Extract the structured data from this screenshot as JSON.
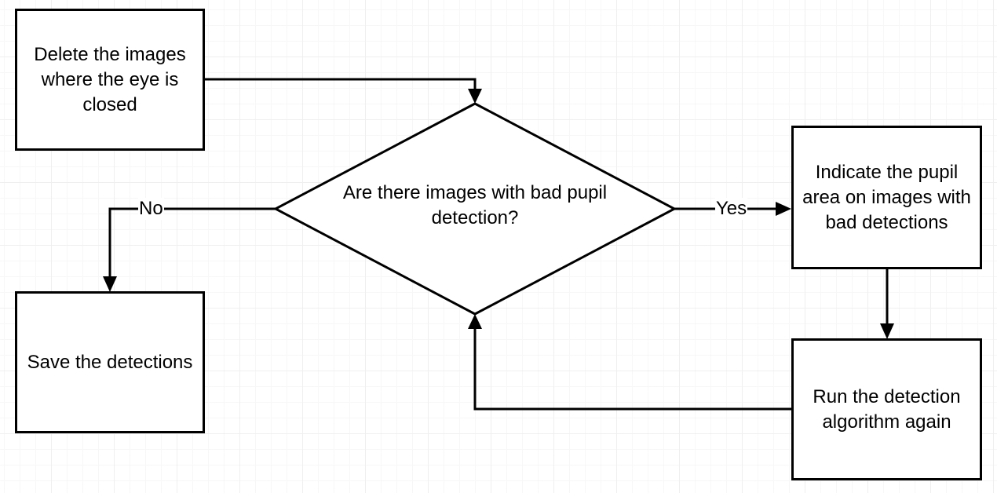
{
  "nodes": {
    "delete_closed": "Delete the images where the eye is closed",
    "decision": "Are there images with bad pupil detection?",
    "indicate_pupil": "Indicate the pupil area on images with bad detections",
    "run_again": "Run the detection algorithm again",
    "save": "Save the detections"
  },
  "edges": {
    "no_label": "No",
    "yes_label": "Yes"
  }
}
